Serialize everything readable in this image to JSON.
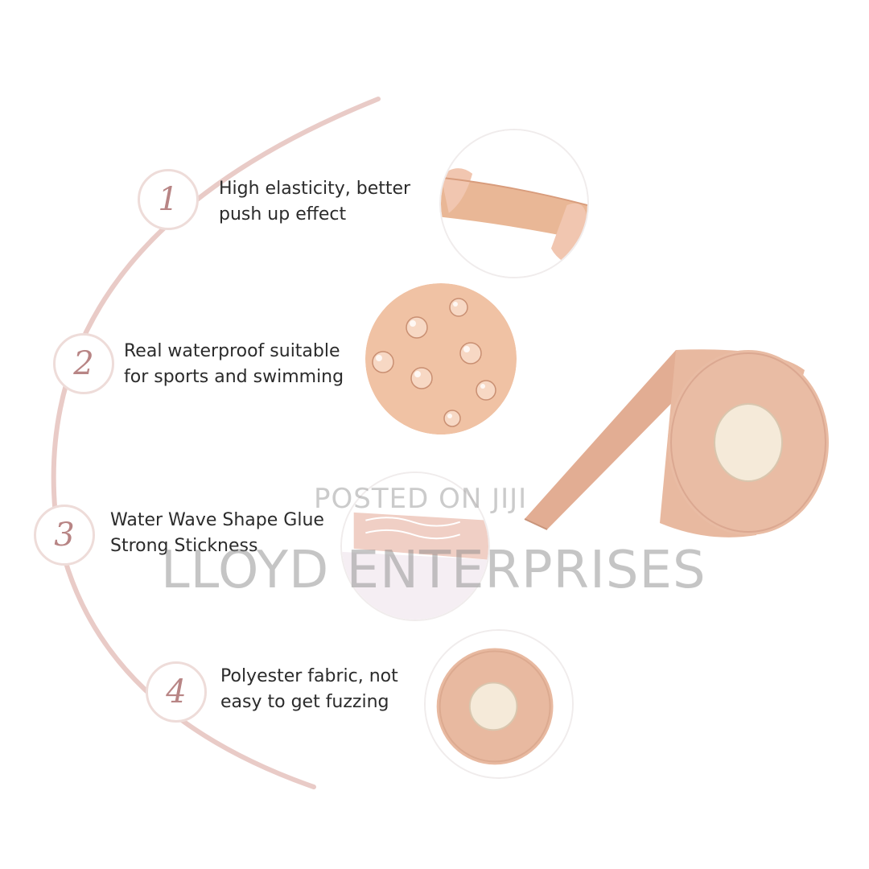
{
  "features": [
    {
      "number": "1",
      "line1": "High elasticity, better",
      "line2": "push up effect"
    },
    {
      "number": "2",
      "line1": "Real waterproof suitable",
      "line2": "for sports and swimming"
    },
    {
      "number": "3",
      "line1": "Water Wave Shape Glue",
      "line2": "Strong Stickness"
    },
    {
      "number": "4",
      "line1": "Polyester fabric, not",
      "line2": "easy to get fuzzing"
    }
  ],
  "watermark": {
    "small": "POSTED ON JIJI",
    "large": "LLOYD ENTERPRISES"
  },
  "colors": {
    "arc": "#e9cbc7",
    "number": "#b88585",
    "tape": "#e8b9a0",
    "tape_edge": "#d9a58b",
    "core": "#f5ead9"
  }
}
